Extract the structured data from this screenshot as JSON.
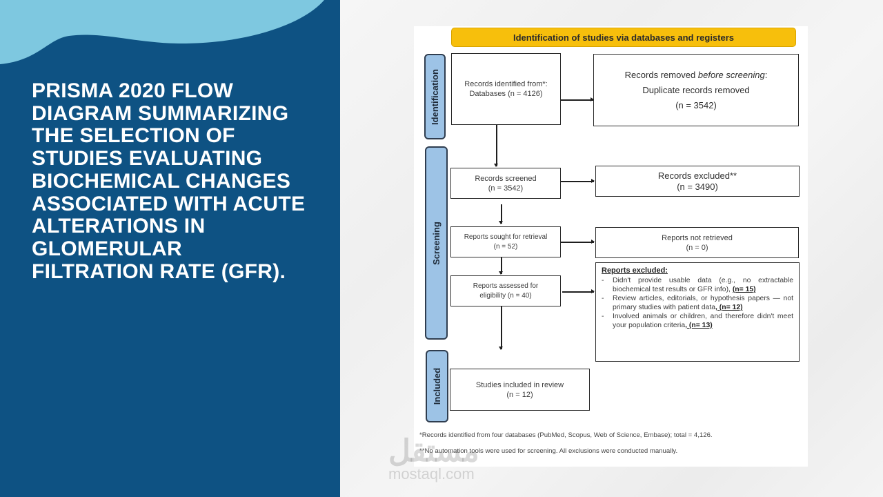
{
  "slide": {
    "title": "PRISMA 2020 flow diagram summarizing the selection of studies evaluating biochemical changes associated with acute alterations in glomerular filtration rate (GFR).",
    "colors": {
      "panel": "#0e5283",
      "wave": "#7ec8e0",
      "header": "#f7bf0c",
      "phase_tab": "#9dc3e6"
    }
  },
  "diagram": {
    "header": "Identification of studies via databases and registers",
    "phases": {
      "identification": "Identification",
      "screening": "Screening",
      "included": "Included"
    },
    "identified": {
      "line1": "Records identified from*:",
      "line2": "Databases (n = 4126)"
    },
    "removed": {
      "line1_prefix": "Records removed ",
      "line1_italic": "before screening",
      "line1_suffix": ":",
      "line2": "Duplicate records removed",
      "line3": "(n = 3542)"
    },
    "screened": {
      "line1": "Records screened",
      "line2": "(n = 3542)"
    },
    "records_excluded": {
      "line1": "Records excluded**",
      "line2": "(n = 3490)"
    },
    "sought": {
      "line1": "Reports sought for retrieval",
      "line2": "(n = 52)"
    },
    "not_retrieved": {
      "line1": "Reports not retrieved",
      "line2": "(n = 0)"
    },
    "assessed": {
      "line1": "Reports assessed for",
      "line2": "eligibility (n = 40)"
    },
    "reports_excluded": {
      "heading": "Reports excluded:",
      "items": [
        {
          "dash": "-",
          "text": "Didn't provide usable data (e.g., no extractable biochemical test results or GFR info), ",
          "count": "(n= 15)"
        },
        {
          "dash": "-",
          "text": "Review articles, editorials, or hypothesis papers — not primary studies with patient data",
          "count": ", (n= 12)"
        },
        {
          "dash": "-",
          "text": "Involved animals or children, and therefore didn't meet your population criteria",
          "count": ", (n= 13)"
        }
      ]
    },
    "included_studies": {
      "line1": "Studies included in review",
      "line2": "(n = 12)"
    },
    "footnotes": [
      "*Records identified from four databases (PubMed, Scopus, Web of Science, Embase); total = 4,126.",
      "**No automation tools were used for screening. All exclusions were conducted manually."
    ]
  },
  "watermark": {
    "arabic": "مستقل",
    "latin": "mostaql.com"
  }
}
